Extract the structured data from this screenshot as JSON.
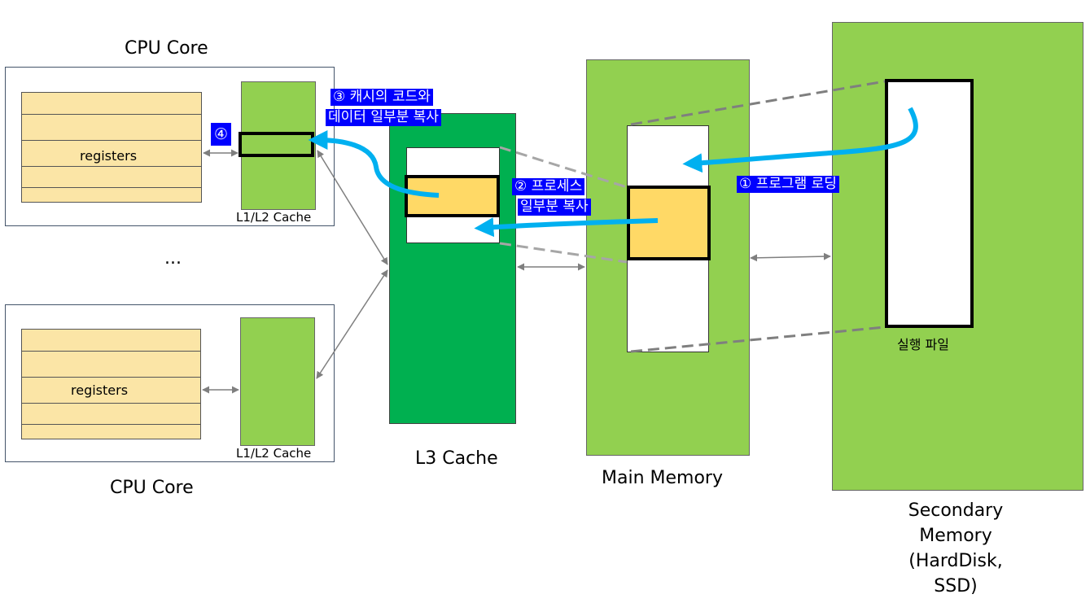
{
  "cores": {
    "top_title": "CPU Core",
    "bottom_title": "CPU Core",
    "registers_label_top": "registers",
    "registers_label_bottom": "registers",
    "cache_label_top": "L1/L2 Cache",
    "cache_label_bottom": "L1/L2 Cache",
    "ellipsis": "..."
  },
  "l3": {
    "label": "L3 Cache"
  },
  "main_memory": {
    "label": "Main Memory"
  },
  "secondary": {
    "label_line1": "Secondary",
    "label_line2": "Memory",
    "label_line3": "(HardDisk,",
    "label_line4": "SSD)",
    "file_label": "실행 파일"
  },
  "steps": {
    "step1": "① 프로그램 로딩",
    "step2_line1": "② 프로세스",
    "step2_line2": "일부분 복사",
    "step3_line1": "③ 캐시의 코드와",
    "step3_line2": "데이터 일부분 복사",
    "step4": "④"
  },
  "colors": {
    "memory_green": "#92d050",
    "l3_green": "#00b050",
    "register_yellow": "#fbe5a6",
    "highlight_yellow": "#ffd966",
    "arrow_blue": "#00b0f0",
    "tag_blue": "#0000ff"
  }
}
